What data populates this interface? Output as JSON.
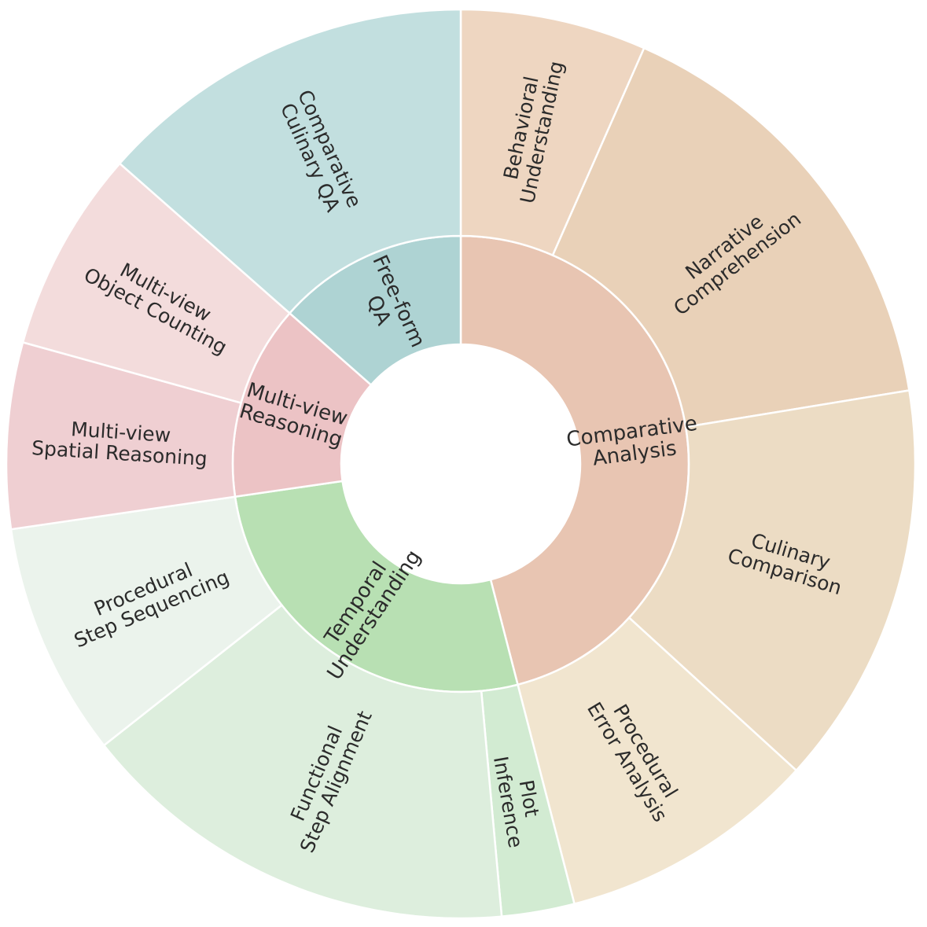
{
  "chart_data": {
    "type": "sunburst",
    "inner": [
      {
        "name": "Comparative Analysis",
        "value": 160,
        "color": "#e8c5b2"
      },
      {
        "name": "Temporal Understanding",
        "value": 93,
        "color": "#b8e0b3"
      },
      {
        "name": "Multi-view Reasoning",
        "value": 48,
        "color": "#ecc3c5"
      },
      {
        "name": "Free-form QA",
        "value": 47,
        "color": "#aed3d3"
      }
    ],
    "outer": [
      {
        "name": "Behavioral Understanding",
        "parent": "Comparative Analysis",
        "value": 23,
        "color": "#eed6c1"
      },
      {
        "name": "Narrative Comprehension",
        "parent": "Comparative Analysis",
        "value": 55,
        "color": "#e9d1b8"
      },
      {
        "name": "Culinary Comparison",
        "parent": "Comparative Analysis",
        "value": 50,
        "color": "#ecdcc4"
      },
      {
        "name": "Procedural Error Analysis",
        "parent": "Comparative Analysis",
        "value": 32,
        "color": "#f1e5cf"
      },
      {
        "name": "Plot Inference",
        "parent": "Temporal Understanding",
        "value": 9,
        "color": "#d2ebd2"
      },
      {
        "name": "Functional Step Alignment",
        "parent": "Temporal Understanding",
        "value": 55,
        "color": "#ddeedd"
      },
      {
        "name": "Procedural Step Sequencing",
        "parent": "Temporal Understanding",
        "value": 29,
        "color": "#ebf3ec"
      },
      {
        "name": "Multi-view Spatial Reasoning",
        "parent": "Multi-view Reasoning",
        "value": 23,
        "color": "#efcfd2"
      },
      {
        "name": "Multi-view Object Counting",
        "parent": "Multi-view Reasoning",
        "value": 25,
        "color": "#f3dcdc"
      },
      {
        "name": "Comparative Culinary QA",
        "parent": "Free-form QA",
        "value": 47,
        "color": "#c2dfdf"
      }
    ]
  }
}
